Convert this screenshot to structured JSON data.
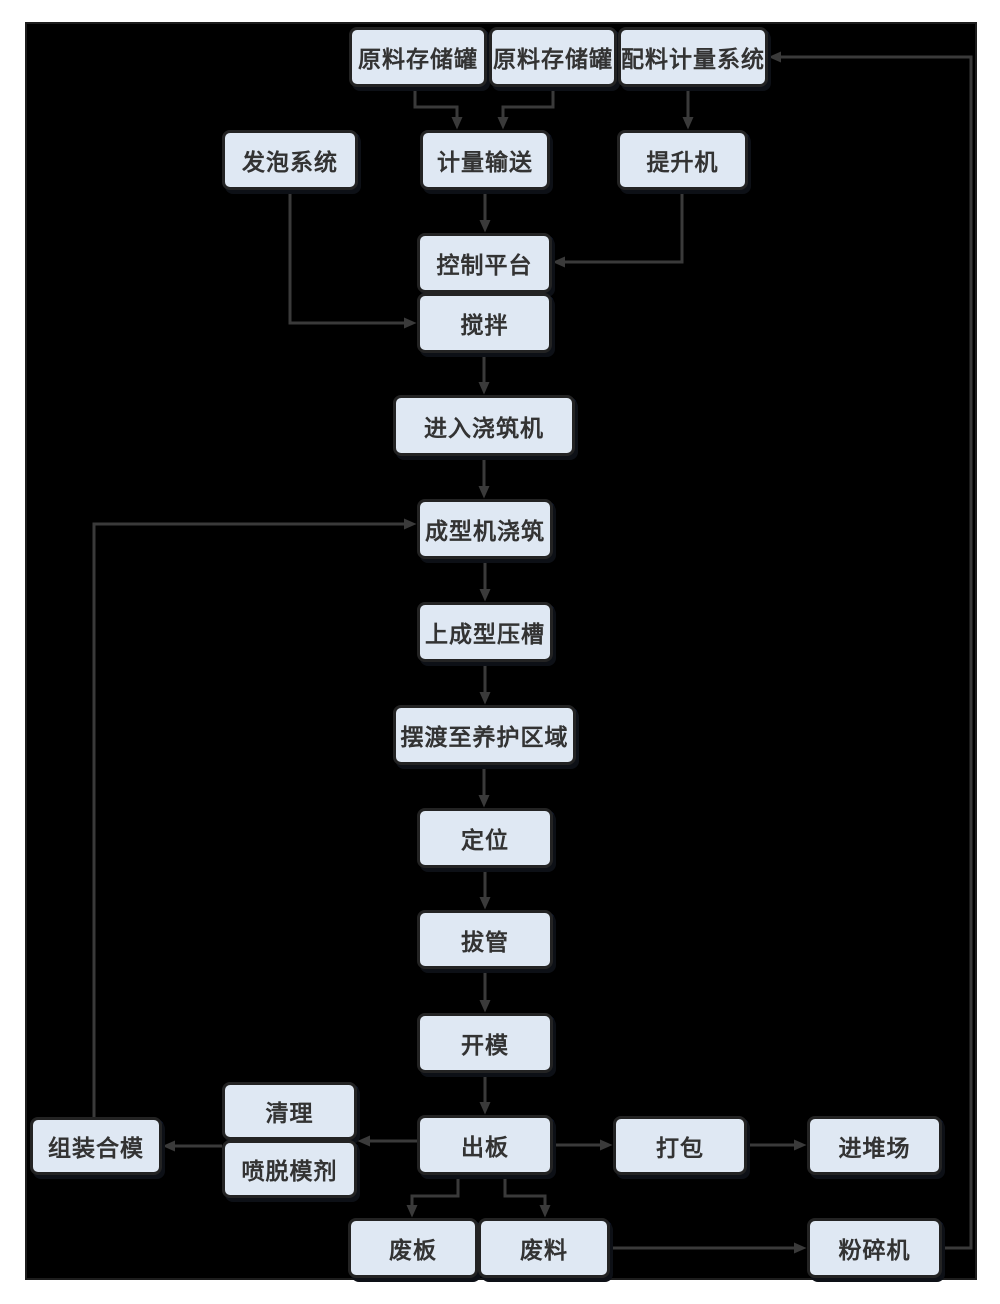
{
  "diagram": {
    "type": "flowchart",
    "canvas_background": "#000000",
    "page_background": "#ffffff",
    "node_fill": "#dfe8f3",
    "node_border": "#232323",
    "connector_color": "#3a3a3a",
    "nodes": [
      {
        "id": "raw-material-tank-1",
        "label": "原料存储罐"
      },
      {
        "id": "raw-material-tank-2",
        "label": "原料存储罐"
      },
      {
        "id": "batching-metering-system",
        "label": "配料计量系统"
      },
      {
        "id": "foaming-system",
        "label": "发泡系统"
      },
      {
        "id": "metering-conveyor",
        "label": "计量输送"
      },
      {
        "id": "hoist",
        "label": "提升机"
      },
      {
        "id": "control-platform",
        "label": "控制平台"
      },
      {
        "id": "mixing",
        "label": "搅拌"
      },
      {
        "id": "enter-casting-machine",
        "label": "进入浇筑机"
      },
      {
        "id": "forming-machine-casting",
        "label": "成型机浇筑"
      },
      {
        "id": "forming-press-groove",
        "label": "上成型压槽"
      },
      {
        "id": "ferry-to-curing-area",
        "label": "摆渡至养护区域"
      },
      {
        "id": "positioning",
        "label": "定位"
      },
      {
        "id": "tube-pulling",
        "label": "拔管"
      },
      {
        "id": "mold-opening",
        "label": "开模"
      },
      {
        "id": "board-out",
        "label": "出板"
      },
      {
        "id": "assemble-close-mold",
        "label": "组装合模"
      },
      {
        "id": "cleaning",
        "label": "清理"
      },
      {
        "id": "spray-release-agent",
        "label": "喷脱模剂"
      },
      {
        "id": "packing",
        "label": "打包"
      },
      {
        "id": "stacking-yard",
        "label": "进堆场"
      },
      {
        "id": "waste-board",
        "label": "废板"
      },
      {
        "id": "waste-material",
        "label": "废料"
      },
      {
        "id": "crusher",
        "label": "粉碎机"
      }
    ],
    "edges": [
      {
        "from": "raw-material-tank-1",
        "to": "metering-conveyor"
      },
      {
        "from": "raw-material-tank-2",
        "to": "metering-conveyor"
      },
      {
        "from": "batching-metering-system",
        "to": "hoist"
      },
      {
        "from": "metering-conveyor",
        "to": "control-platform"
      },
      {
        "from": "hoist",
        "to": "control-platform"
      },
      {
        "from": "foaming-system",
        "to": "mixing"
      },
      {
        "from": "mixing",
        "to": "enter-casting-machine"
      },
      {
        "from": "enter-casting-machine",
        "to": "forming-machine-casting"
      },
      {
        "from": "forming-machine-casting",
        "to": "forming-press-groove"
      },
      {
        "from": "forming-press-groove",
        "to": "ferry-to-curing-area"
      },
      {
        "from": "ferry-to-curing-area",
        "to": "positioning"
      },
      {
        "from": "positioning",
        "to": "tube-pulling"
      },
      {
        "from": "tube-pulling",
        "to": "mold-opening"
      },
      {
        "from": "mold-opening",
        "to": "board-out"
      },
      {
        "from": "board-out",
        "to": "cleaning"
      },
      {
        "from": "cleaning",
        "to": "assemble-close-mold"
      },
      {
        "from": "assemble-close-mold",
        "to": "forming-machine-casting"
      },
      {
        "from": "board-out",
        "to": "packing"
      },
      {
        "from": "packing",
        "to": "stacking-yard"
      },
      {
        "from": "board-out",
        "to": "waste-board"
      },
      {
        "from": "board-out",
        "to": "waste-material"
      },
      {
        "from": "waste-material",
        "to": "crusher"
      },
      {
        "from": "crusher",
        "to": "batching-metering-system"
      }
    ]
  }
}
